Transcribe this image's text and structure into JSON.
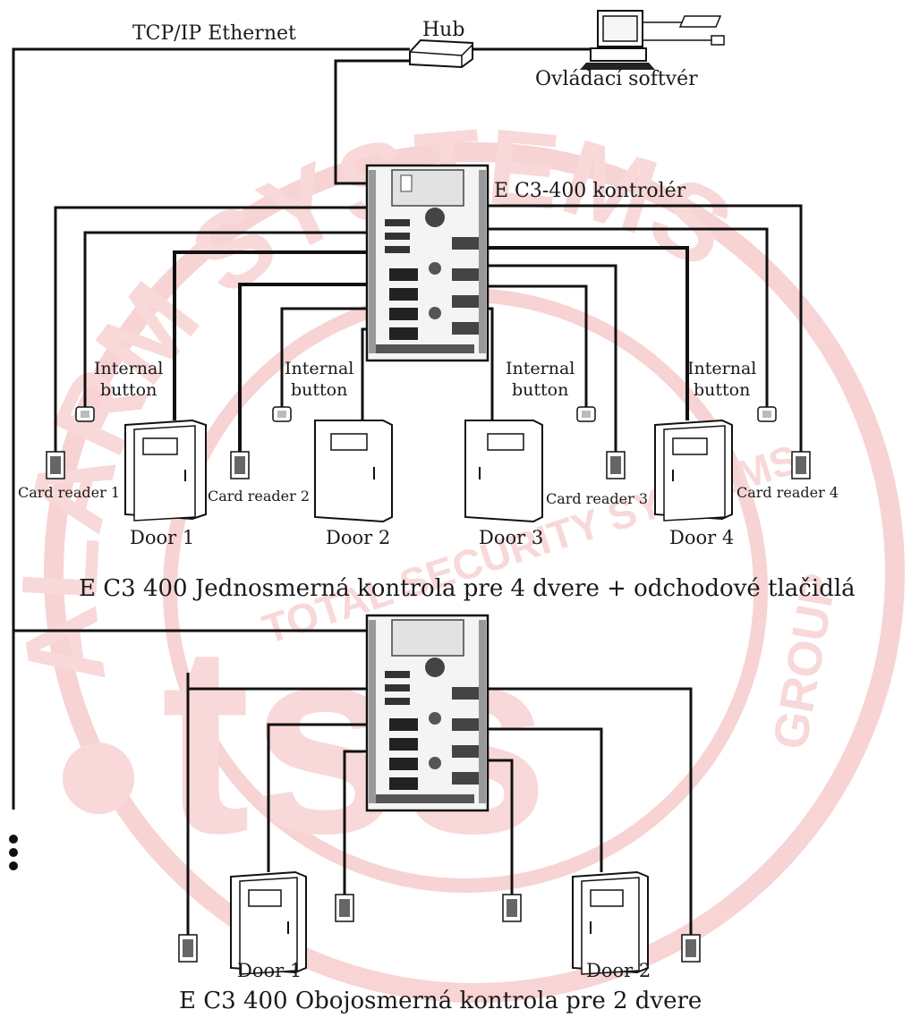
{
  "network": {
    "ethernet_label": "TCP/IP Ethernet",
    "hub_label": "Hub",
    "software_label": "Ovládací softvér"
  },
  "top_system": {
    "controller_label": "E C3-400 kontrolér",
    "internal_button_line1": "Internal",
    "internal_button_line2": "button",
    "card_readers": [
      "Card reader 1",
      "Card reader 2",
      "Card reader 3",
      "Card reader 4"
    ],
    "doors": [
      "Door 1",
      "Door 2",
      "Door 3",
      "Door 4"
    ],
    "caption": "E C3 400 Jednosmerná kontrola pre 4 dvere + odchodové tlačidlá"
  },
  "bottom_system": {
    "doors": [
      "Door 1",
      "Door 2"
    ],
    "caption": "E C3 400 Obojosmerná kontrola pre 2 dvere"
  },
  "watermark": {
    "ring_text": "ALARM SYSTEMS",
    "brand": "tss",
    "tagline": "TOTAL SECURITY SYSTEMS",
    "group": "GROUP",
    "color": "#f3b9b9"
  }
}
